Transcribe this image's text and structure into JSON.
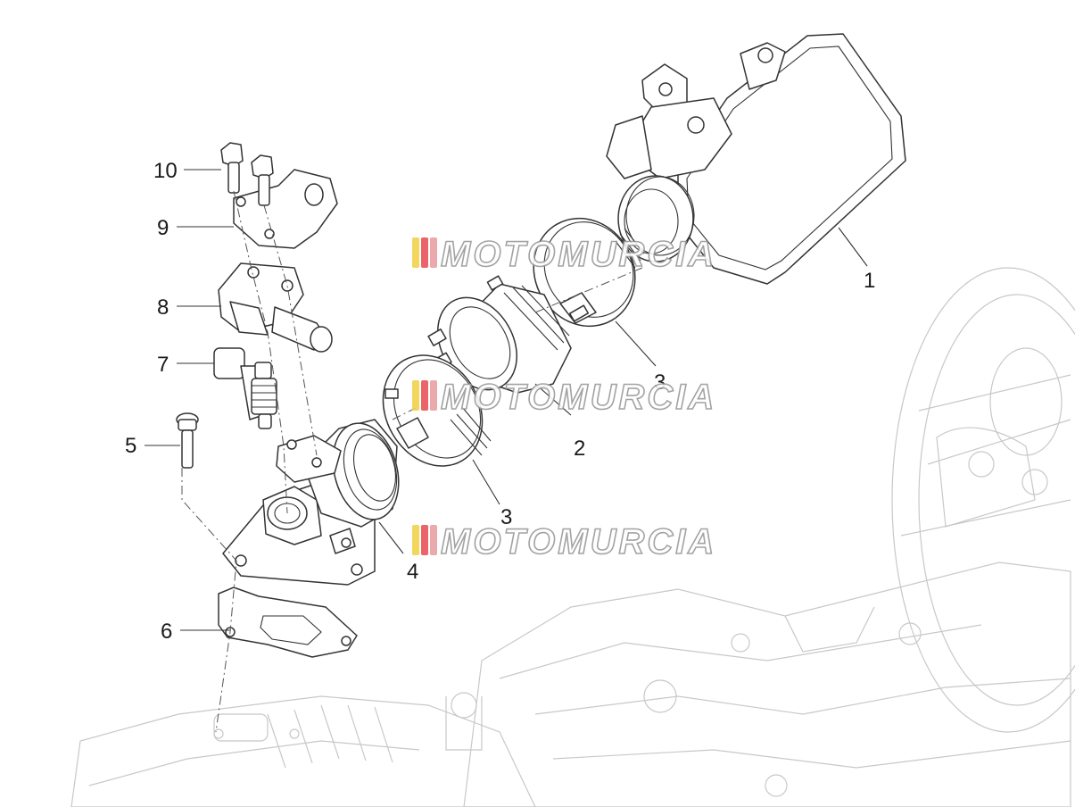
{
  "watermark": {
    "text": "MOTOMURCIA",
    "stripe_colors": [
      "#f2d24a",
      "#e8535a",
      "#e8a0a4"
    ]
  },
  "callouts": [
    {
      "id": "1",
      "label": "1"
    },
    {
      "id": "2",
      "label": "2"
    },
    {
      "id": "3",
      "label": "3"
    },
    {
      "id": "3b",
      "label": "3"
    },
    {
      "id": "4",
      "label": "4"
    },
    {
      "id": "5",
      "label": "5"
    },
    {
      "id": "6",
      "label": "6"
    },
    {
      "id": "7",
      "label": "7"
    },
    {
      "id": "8",
      "label": "8"
    },
    {
      "id": "9",
      "label": "9"
    },
    {
      "id": "10",
      "label": "10"
    }
  ]
}
